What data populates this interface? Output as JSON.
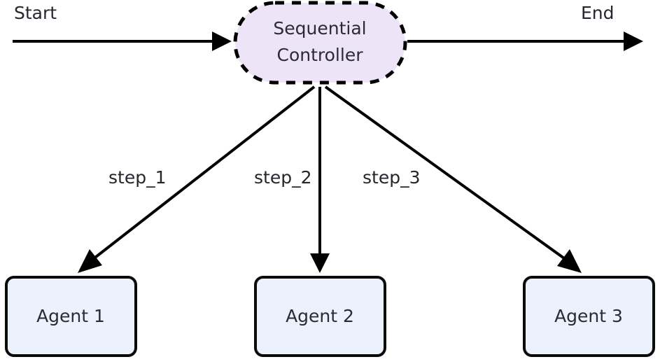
{
  "diagram": {
    "type": "flowchart",
    "orientation": "top-down",
    "background_color": "#ffffff",
    "terminals": {
      "start_label": "Start",
      "end_label": "End"
    },
    "controller": {
      "id": "sequential-controller",
      "shape": "stadium",
      "border_style": "dashed",
      "line1": "Sequential",
      "line2": "Controller",
      "fill_color": "#EDE4F7",
      "stroke_color": "#000000",
      "text_color": "#2b2b35"
    },
    "agents": [
      {
        "id": "agent-1",
        "label": "Agent 1",
        "fill_color": "#ECF2FB",
        "stroke_color": "#0b0b0b"
      },
      {
        "id": "agent-2",
        "label": "Agent 2",
        "fill_color": "#ECF2FB",
        "stroke_color": "#0b0b0b"
      },
      {
        "id": "agent-3",
        "label": "Agent 3",
        "fill_color": "#ECF2FB",
        "stroke_color": "#0b0b0b"
      }
    ],
    "edges": [
      {
        "id": "edge-start",
        "from": "Start",
        "to": "Sequential Controller",
        "label": ""
      },
      {
        "id": "edge-end",
        "from": "Sequential Controller",
        "to": "End",
        "label": ""
      },
      {
        "id": "edge-step-1",
        "from": "Sequential Controller",
        "to": "Agent 1",
        "label": "step_1"
      },
      {
        "id": "edge-step-2",
        "from": "Sequential Controller",
        "to": "Agent 2",
        "label": "step_2"
      },
      {
        "id": "edge-step-3",
        "from": "Sequential Controller",
        "to": "Agent 3",
        "label": "step_3"
      }
    ]
  }
}
